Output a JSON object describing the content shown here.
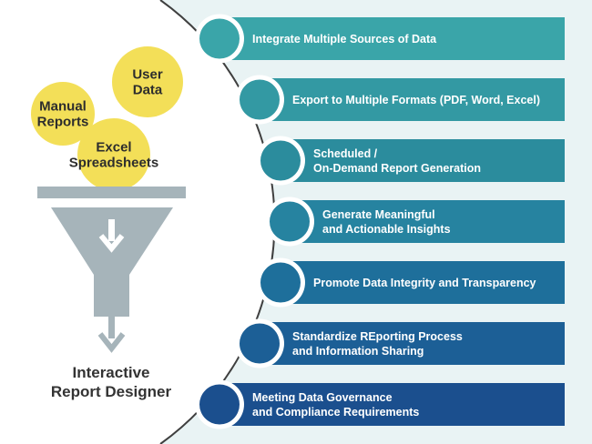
{
  "inputs": [
    {
      "lines": [
        "User",
        "Data"
      ]
    },
    {
      "lines": [
        "Manual",
        "Reports"
      ]
    },
    {
      "lines": [
        "Excel",
        "Spreadsheets"
      ]
    }
  ],
  "output": {
    "lines": [
      "Interactive",
      "Report Designer"
    ]
  },
  "benefits": [
    {
      "lines": [
        "Integrate Multiple Sources of Data"
      ]
    },
    {
      "lines": [
        "Export to Multiple Formats (PDF, Word, Excel)"
      ]
    },
    {
      "lines": [
        "Scheduled /",
        "On-Demand Report Generation"
      ]
    },
    {
      "lines": [
        "Generate Meaningful",
        "and Actionable Insights"
      ]
    },
    {
      "lines": [
        "Promote Data Integrity and Transparency"
      ]
    },
    {
      "lines": [
        "Standardize REporting Process",
        "and Information Sharing"
      ]
    },
    {
      "lines": [
        "Meeting Data Governance",
        "and Compliance Requirements"
      ]
    }
  ],
  "icons": {
    "funnel": "funnel-icon",
    "arrow": "down-arrow-icon"
  },
  "colors": {
    "bubble": "#f3df58",
    "funnel": "#a6b4ba",
    "arrow": "#ffffff",
    "panel": "#e9f3f4",
    "divider": "#3f3f3f",
    "bars": [
      "#3aa5a9",
      "#3399a3",
      "#2b8c9d",
      "#2683a0",
      "#1e6f9b",
      "#1c5f96",
      "#1b4f8e"
    ],
    "discs": [
      "#3aa5a9",
      "#3399a3",
      "#2b8c9d",
      "#2683a0",
      "#1e6f9b",
      "#1c5f96",
      "#1b4f8e"
    ]
  }
}
